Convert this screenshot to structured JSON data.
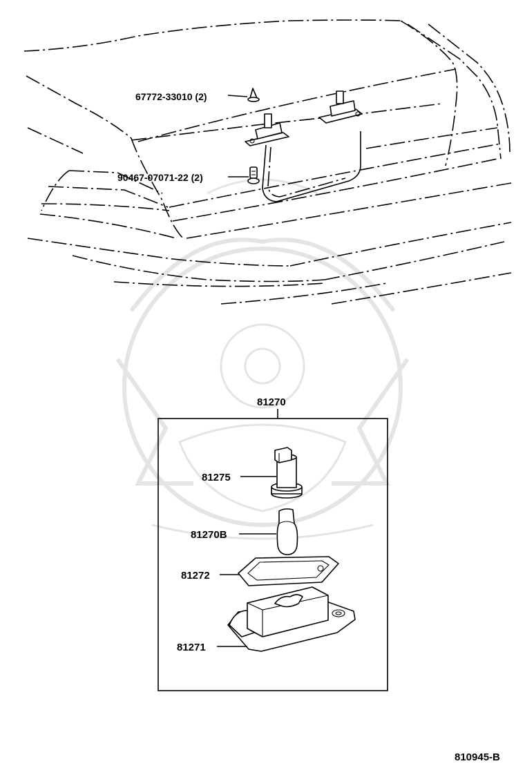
{
  "labels": {
    "part_67772": "67772-33010 (2)",
    "part_90467": "90467-07071-22 (2)",
    "assembly": "81270",
    "socket": "81275",
    "bulb": "81270B",
    "gasket": "81272",
    "housing": "81271",
    "diagram_code": "810945-B"
  }
}
